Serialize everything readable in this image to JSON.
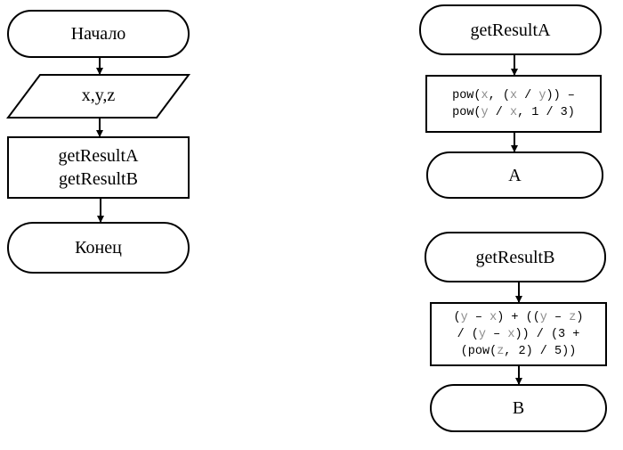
{
  "main_flow": {
    "start": "Начало",
    "input": "x,y,z",
    "process": [
      "getResultA",
      "getResultB"
    ],
    "end": "Конец"
  },
  "func_a": {
    "name": "getResultA",
    "code": [
      [
        [
          "pow(",
          "n"
        ],
        [
          "x",
          "v"
        ],
        [
          ", (",
          "n"
        ],
        [
          "x",
          "v"
        ],
        [
          " / ",
          "n"
        ],
        [
          "y",
          "v"
        ],
        [
          ")) –",
          "n"
        ]
      ],
      [
        [
          "pow(",
          "n"
        ],
        [
          "y",
          "v"
        ],
        [
          " / ",
          "n"
        ],
        [
          "x",
          "v"
        ],
        [
          ", 1 / 3)",
          "n"
        ]
      ]
    ],
    "result": "A"
  },
  "func_b": {
    "name": "getResultB",
    "code": [
      [
        [
          "(",
          "n"
        ],
        [
          "y",
          "v"
        ],
        [
          " – ",
          "n"
        ],
        [
          "x",
          "v"
        ],
        [
          ") + ((",
          "n"
        ],
        [
          "y",
          "v"
        ],
        [
          " – ",
          "n"
        ],
        [
          "z",
          "v"
        ],
        [
          ")",
          "n"
        ]
      ],
      [
        [
          "/ (",
          "n"
        ],
        [
          "y",
          "v"
        ],
        [
          " – ",
          "n"
        ],
        [
          "x",
          "v"
        ],
        [
          ")) / (3 +",
          "n"
        ]
      ],
      [
        [
          "(pow(",
          "n"
        ],
        [
          "z",
          "v"
        ],
        [
          ", 2) / 5))",
          "n"
        ]
      ]
    ],
    "result": "B"
  }
}
